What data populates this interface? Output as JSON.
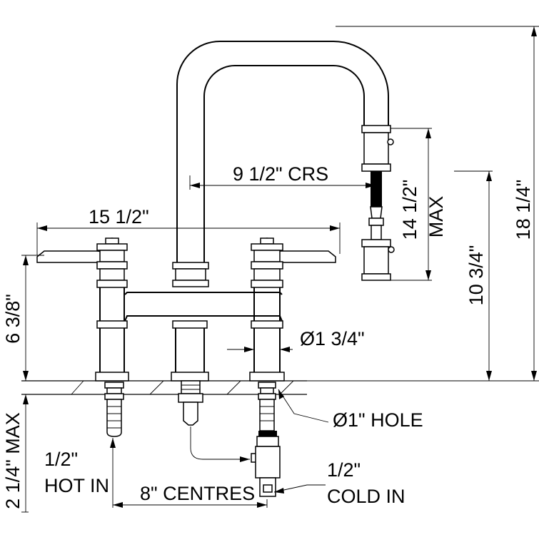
{
  "diagram": {
    "labels": {
      "spout_centres": "9 1/2\" CRS",
      "handle_span": "15 1/2\"",
      "body_height": "6 3/8\"",
      "body_diameter": "Ø1 3/4\"",
      "hole_size": "Ø1\" HOLE",
      "hot_size": "1/2\"",
      "hot_label": "HOT IN",
      "cold_size": "1/2\"",
      "cold_label": "COLD IN",
      "centres": "8\" CENTRES",
      "below_deck": "2 1/4\" MAX",
      "spray_height": "14 1/2\"",
      "spray_max": "MAX",
      "spout_height": "10 3/4\"",
      "overall_height": "18 1/4\""
    }
  }
}
